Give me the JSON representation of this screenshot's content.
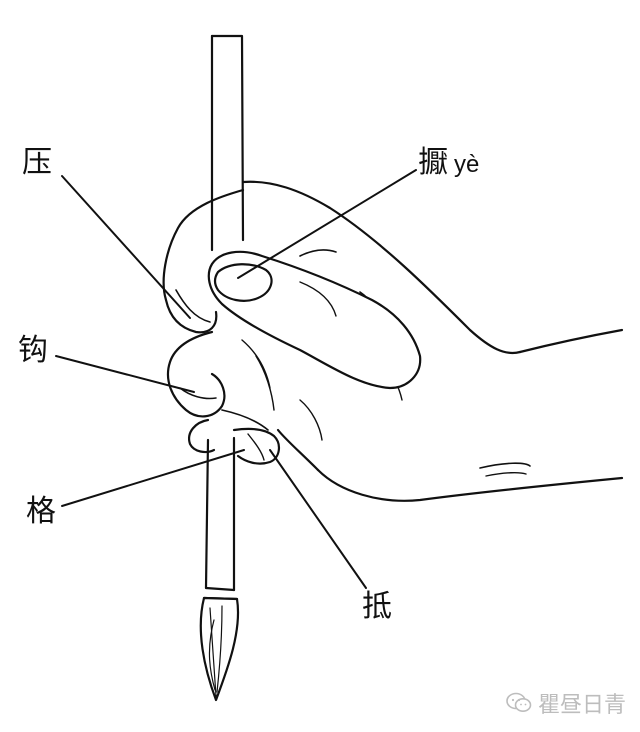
{
  "labels": {
    "ya": "压",
    "ye_char": "擫",
    "ye_pinyin": "yè",
    "gou": "钩",
    "ge": "格",
    "di": "抵"
  },
  "watermark": {
    "text": "瞿昼日青",
    "icon": "wechat-icon"
  },
  "colors": {
    "ink": "#111111",
    "watermark": "#bdbdbd"
  }
}
